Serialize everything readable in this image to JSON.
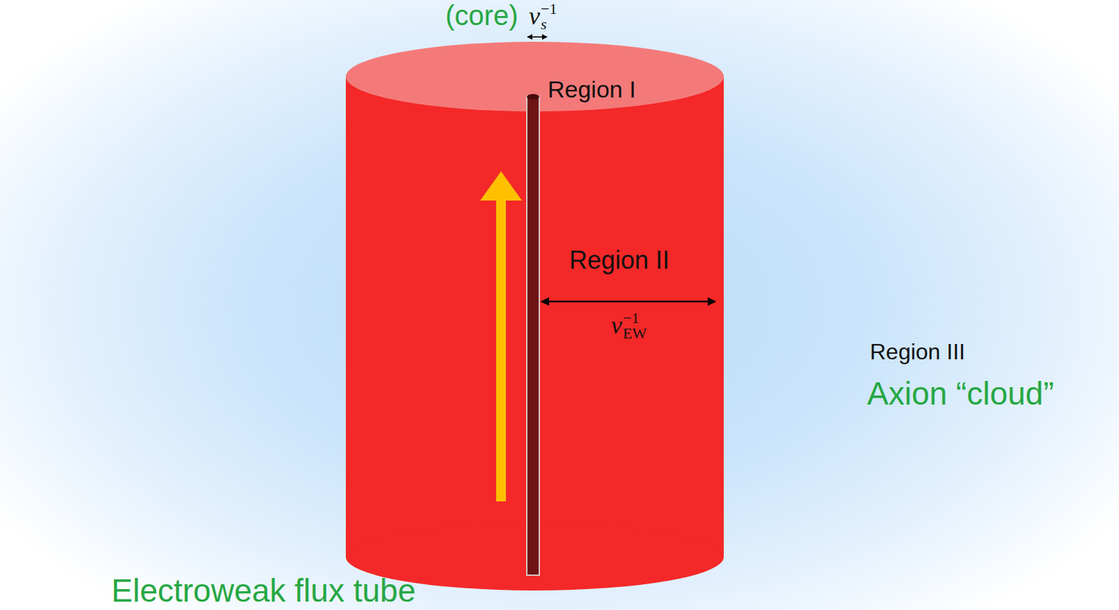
{
  "diagram": {
    "labels": [
      "(core)",
      "v",
      "s",
      "−1",
      "Region I",
      "Region II",
      "v",
      "EW",
      "−1",
      "Region III",
      "Axion “cloud”",
      "Electroweak flux tube"
    ]
  }
}
